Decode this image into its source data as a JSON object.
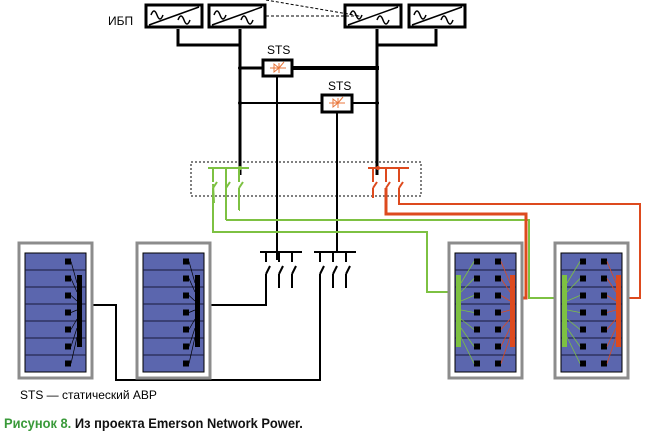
{
  "labels": {
    "ups_group": "ИБП",
    "sts_1": "STS",
    "sts_2": "STS"
  },
  "legend": {
    "text": "STS — статический АВР"
  },
  "caption": {
    "figure": "Рисунок 8.",
    "text": " Из проекта Emerson Network Power."
  },
  "colors": {
    "line": "#000000",
    "feed_a": "#7dc142",
    "feed_b": "#dd4a1e",
    "rack_fill": "#5b66ae",
    "rack_frame": "#8c8c8c",
    "sts_symbol": "#e9773c",
    "caption_accent": "#3a9a3a"
  },
  "components": {
    "ups_units": 4,
    "sts_switches": 2,
    "single_feed_racks": 2,
    "dual_feed_racks": 2,
    "rack_slots": 7
  }
}
